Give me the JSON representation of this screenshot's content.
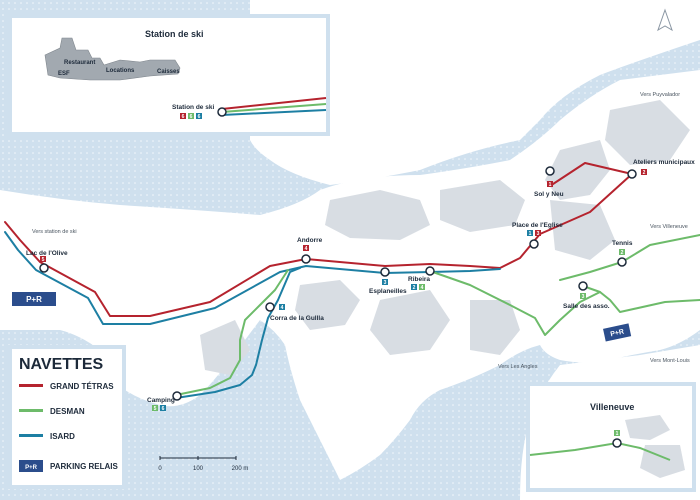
{
  "colors": {
    "grand_tetras": "#b5232e",
    "desman": "#6dbb6a",
    "isard": "#1d7fa3",
    "parking": "#2b4d8c",
    "land": "#ffffff",
    "water": "#cfe0ee"
  },
  "icons": {
    "north": "north-arrow-icon"
  },
  "stops": [
    {
      "id": "lac-olive",
      "name": "Lac de l'Olive",
      "badges": [
        {
          "t": "5",
          "c": "grand_tetras"
        }
      ]
    },
    {
      "id": "andorre",
      "name": "Andorre",
      "badges": [
        {
          "t": "4",
          "c": "grand_tetras"
        }
      ]
    },
    {
      "id": "esplaneilles",
      "name": "Esplaneilles",
      "badges": [
        {
          "t": "3",
          "c": "isard"
        }
      ]
    },
    {
      "id": "ribeira",
      "name": "Ribeira",
      "badges": [
        {
          "t": "2",
          "c": "isard"
        },
        {
          "t": "4",
          "c": "desman"
        }
      ]
    },
    {
      "id": "place-eglise",
      "name": "Place de l'Eglise",
      "badges": [
        {
          "t": "1",
          "c": "isard"
        },
        {
          "t": "3",
          "c": "grand_tetras"
        }
      ]
    },
    {
      "id": "sol-y-neu",
      "name": "Sol y Neu",
      "badges": [
        {
          "t": "1",
          "c": "grand_tetras"
        }
      ]
    },
    {
      "id": "ateliers",
      "name": "Ateliers municipaux",
      "badges": [
        {
          "t": "2",
          "c": "grand_tetras"
        }
      ]
    },
    {
      "id": "tennis",
      "name": "Tennis",
      "badges": [
        {
          "t": "2",
          "c": "desman"
        }
      ]
    },
    {
      "id": "salle-asso",
      "name": "Salle des asso.",
      "badges": [
        {
          "t": "3",
          "c": "desman"
        }
      ]
    },
    {
      "id": "corra",
      "name": "Corra de la Gullla",
      "badges": [
        {
          "t": "4",
          "c": "isard"
        }
      ]
    },
    {
      "id": "camping",
      "name": "Camping",
      "badges": [
        {
          "t": "5",
          "c": "desman"
        },
        {
          "t": "6",
          "c": "isard"
        }
      ]
    }
  ],
  "directions": [
    {
      "id": "station-ski",
      "text": "Vers station de ski"
    },
    {
      "id": "puyvalador",
      "text": "Vers Puyvalador"
    },
    {
      "id": "villeneuve",
      "text": "Vers Villeneuve"
    },
    {
      "id": "mont-louis",
      "text": "Vers Mont-Louis"
    },
    {
      "id": "les-angles",
      "text": "Vers Les Angles"
    }
  ],
  "parking_label": "P+R",
  "inset_ski": {
    "title": "Station de ski",
    "buildings": [
      "Restaurant",
      "ESF",
      "Locations",
      "Caisses"
    ],
    "stop_name": "Station de ski",
    "badges": [
      {
        "t": "6",
        "c": "grand_tetras"
      },
      {
        "t": "6",
        "c": "desman"
      },
      {
        "t": "6",
        "c": "isard"
      }
    ]
  },
  "inset_villeneuve": {
    "title": "Villeneuve",
    "badges": [
      {
        "t": "1",
        "c": "desman"
      }
    ]
  },
  "legend": {
    "title": "NAVETTES",
    "items": [
      {
        "label": "GRAND TÉTRAS",
        "c": "grand_tetras"
      },
      {
        "label": "DESMAN",
        "c": "desman"
      },
      {
        "label": "ISARD",
        "c": "isard"
      },
      {
        "label": "PARKING RELAIS",
        "c": "parking"
      }
    ]
  },
  "scale": {
    "ticks": [
      "0",
      "100",
      "200 m"
    ]
  }
}
